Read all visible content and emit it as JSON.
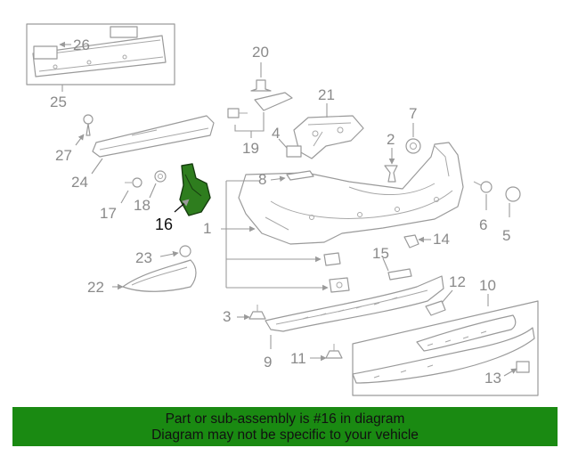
{
  "diagram": {
    "highlight_color": "#2e7d1e",
    "labels": {
      "p1": "1",
      "p2": "2",
      "p3": "3",
      "p4": "4",
      "p5": "5",
      "p6": "6",
      "p7": "7",
      "p8": "8",
      "p9": "9",
      "p10": "10",
      "p11": "11",
      "p12": "12",
      "p13": "13",
      "p14": "14",
      "p15": "15",
      "p16": "16",
      "p17": "17",
      "p18": "18",
      "p19": "19",
      "p20": "20",
      "p21": "21",
      "p22": "22",
      "p23": "23",
      "p24": "24",
      "p25": "25",
      "p26": "26",
      "p27": "27"
    }
  },
  "banner": {
    "line1": "Part or sub-assembly is #16 in diagram",
    "line2": "Diagram may not be specific to your vehicle",
    "color": "#1a8a12"
  }
}
